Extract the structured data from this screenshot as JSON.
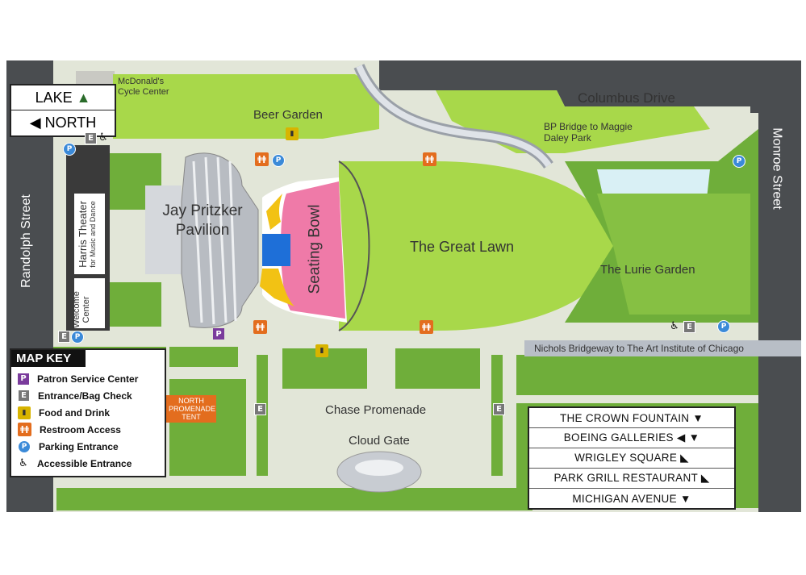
{
  "orientation": {
    "lake": "LAKE",
    "north": "NORTH",
    "lake_arrow": "▲",
    "north_arrow": "◀"
  },
  "streets": {
    "randolph": "Randolph Street",
    "columbus": "Columbus Drive",
    "monroe": "Monroe Street"
  },
  "places": {
    "mcdonalds": "McDonald's Cycle Center",
    "beer_garden": "Beer Garden",
    "bp_bridge": "BP Bridge to Maggie Daley Park",
    "pavilion": "Jay Pritzker Pavilion",
    "seating_bowl": "Seating Bowl",
    "great_lawn": "The Great Lawn",
    "lurie_garden": "The Lurie Garden",
    "harris_theater": "Harris Theater",
    "harris_sub": "for Music and Dance",
    "welcome_center": "Welcome Center",
    "nichols": "Nichols Bridgeway to The Art Institute of Chicago",
    "north_tent": "NORTH PROMENADE TENT",
    "chase": "Chase Promenade",
    "cloud_gate": "Cloud Gate"
  },
  "map_key": {
    "title": "MAP KEY",
    "items": [
      {
        "icon": "patron-service-icon",
        "glyph": "P",
        "label": "Patron Service Center",
        "color": "#7a3b9c"
      },
      {
        "icon": "entrance-icon",
        "glyph": "E",
        "label": "Entrance/Bag Check",
        "color": "#777777"
      },
      {
        "icon": "food-drink-icon",
        "glyph": "▮",
        "label": "Food and Drink",
        "color": "#d8b400"
      },
      {
        "icon": "restroom-icon",
        "glyph": "ǂǂ",
        "label": "Restroom Access",
        "color": "#e36d1e"
      },
      {
        "icon": "parking-icon",
        "glyph": "P",
        "label": "Parking Entrance",
        "color": "#3b8ad8"
      },
      {
        "icon": "accessible-icon",
        "glyph": "♿",
        "label": "Accessible Entrance",
        "color": "#111111"
      }
    ]
  },
  "directions": [
    {
      "label": "THE CROWN FOUNTAIN ▼"
    },
    {
      "label": "BOEING GALLERIES ◀ ▼"
    },
    {
      "label": "WRIGLEY SQUARE ◣"
    },
    {
      "label": "PARK GRILL RESTAURANT ◣"
    },
    {
      "label": "MICHIGAN AVENUE ▼"
    }
  ],
  "colors": {
    "lime": "#a8d84a",
    "green": "#6fae3a",
    "path": "#e2e6d8",
    "street": "#4a4d50",
    "seat_pink": "#ef7aa8",
    "seat_blue": "#1e6fd8",
    "seat_yellow": "#f2c214"
  }
}
